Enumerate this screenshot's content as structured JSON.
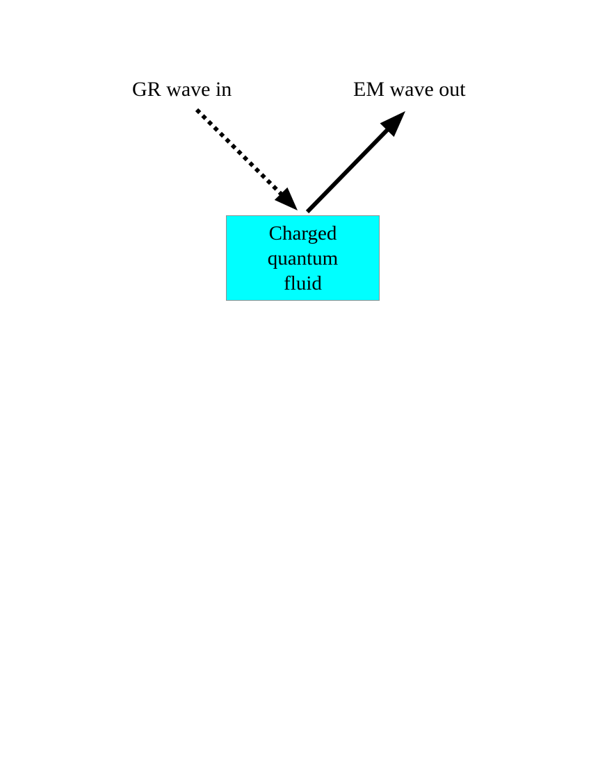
{
  "diagram": {
    "labels": {
      "gr_in": "GR wave in",
      "em_out": "EM wave out"
    },
    "box": {
      "line1": "Charged",
      "line2": "quantum",
      "line3": "fluid",
      "fill_color": "#00ffff",
      "border_color": "#8f8f8f"
    },
    "colors": {
      "arrow": "#000000",
      "background": "#ffffff"
    }
  }
}
